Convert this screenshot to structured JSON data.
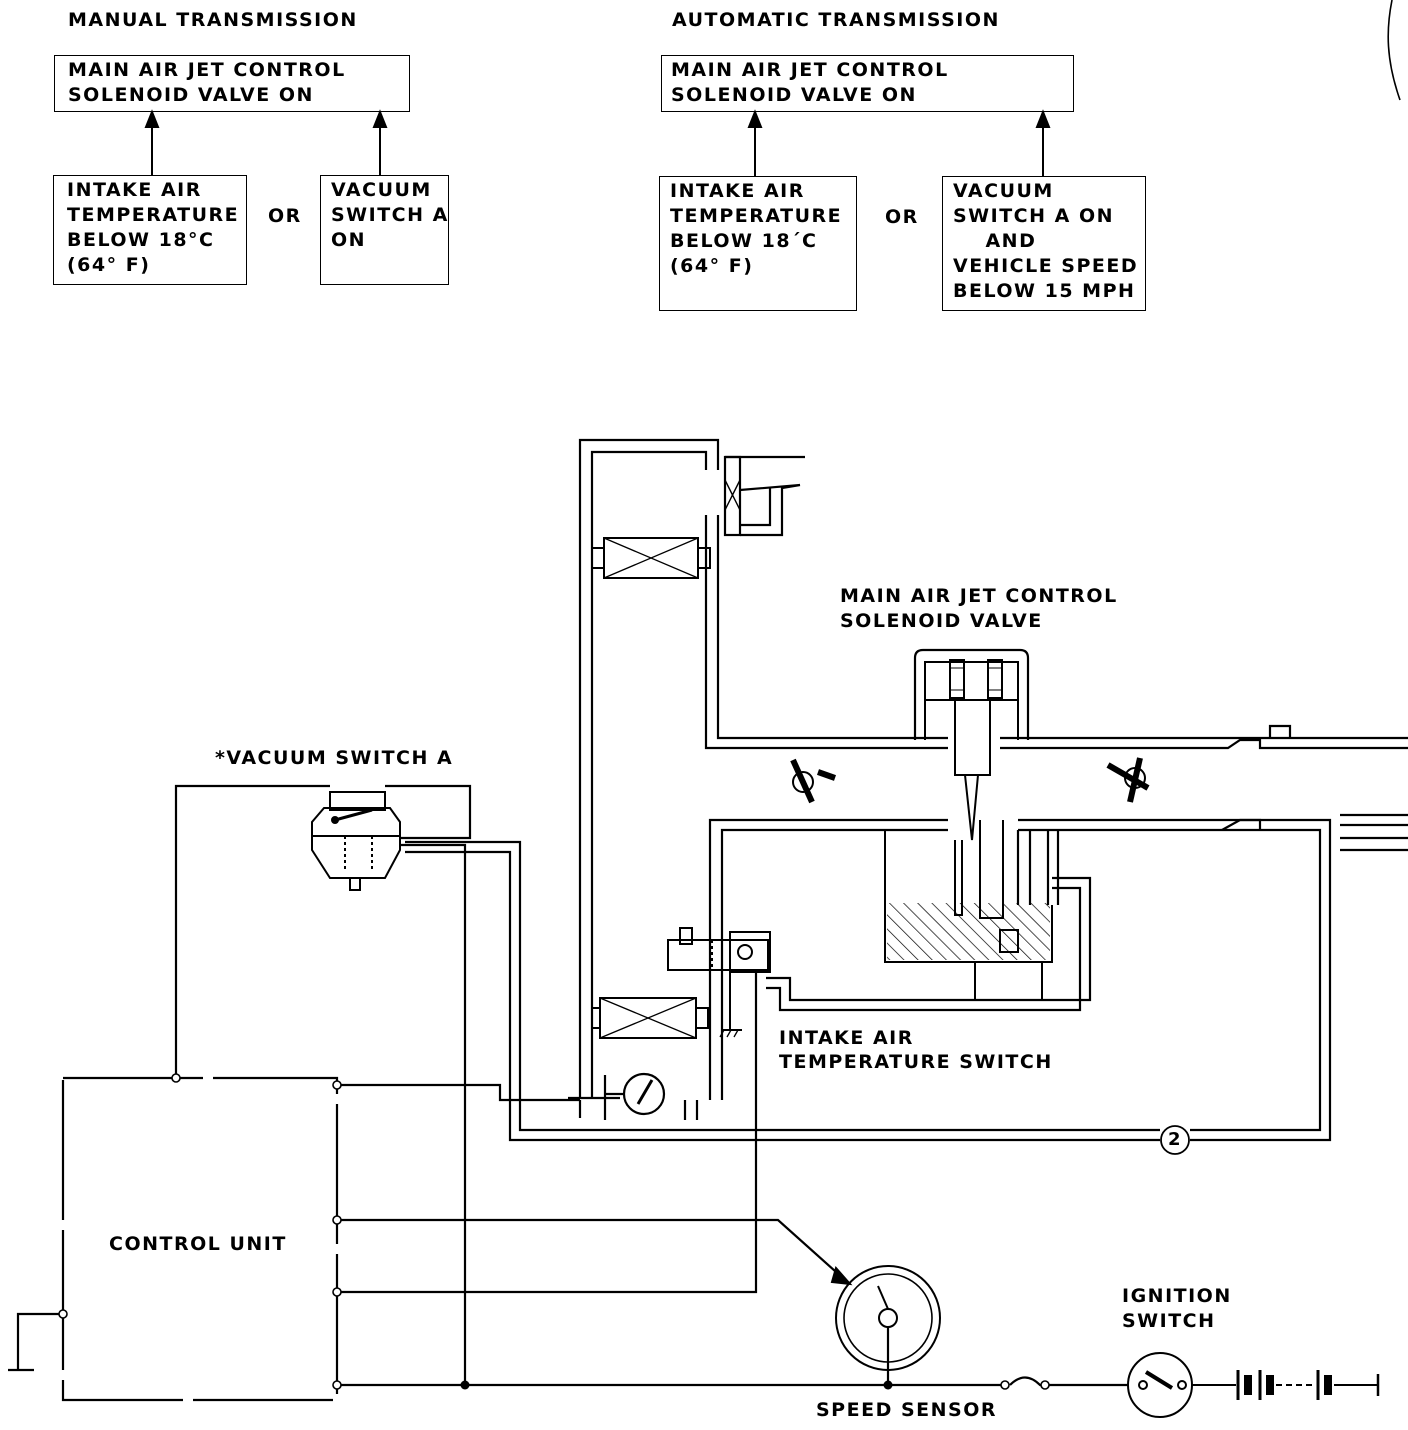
{
  "manual": {
    "heading": "MANUAL TRANSMISSION",
    "result": [
      "MAIN AIR JET CONTROL",
      "SOLENOID VALVE ON"
    ],
    "cond1": [
      "INTAKE AIR",
      "TEMPERATURE",
      "BELOW 18°C",
      "(64° F)"
    ],
    "or": "OR",
    "cond2": [
      "VACUUM",
      "SWITCH A",
      "ON"
    ]
  },
  "automatic": {
    "heading": "AUTOMATIC TRANSMISSION",
    "result": [
      "MAIN AIR JET CONTROL",
      "SOLENOID VALVE ON"
    ],
    "cond1": [
      "INTAKE AIR",
      "TEMPERATURE",
      "BELOW 18´C",
      "(64° F)"
    ],
    "or": "OR",
    "cond2": [
      "VACUUM",
      "SWITCH A ON",
      "    AND",
      "VEHICLE SPEED",
      "BELOW 15 MPH"
    ]
  },
  "labels": {
    "solenoid": [
      "MAIN AIR JET CONTROL",
      "SOLENOID VALVE"
    ],
    "vacuum_switch": "*VACUUM SWITCH A",
    "intake_switch": [
      "INTAKE AIR",
      "TEMPERATURE SWITCH"
    ],
    "control_unit": "CONTROL UNIT",
    "speed_sensor": "SPEED SENSOR",
    "ignition_switch": [
      "IGNITION",
      "SWITCH"
    ],
    "hose_number": "2"
  }
}
